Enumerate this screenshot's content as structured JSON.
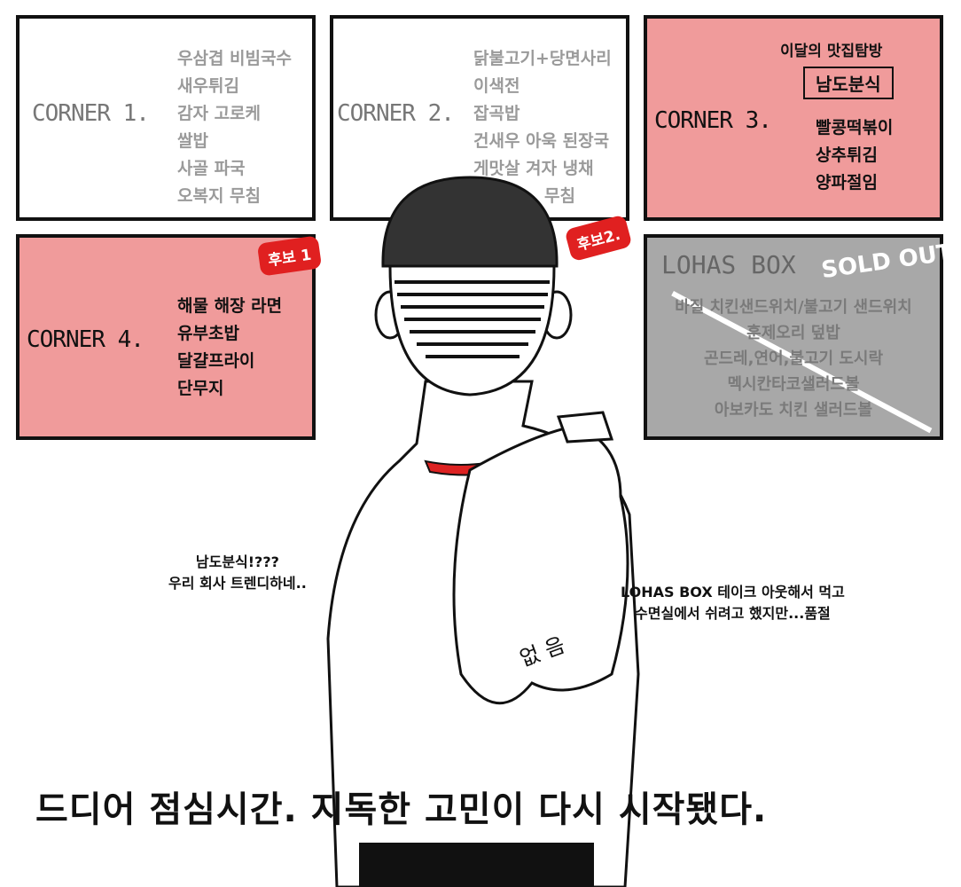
{
  "corners": [
    {
      "label": "CORNER 1.",
      "items": [
        "우삼겹 비빔국수",
        "새우튀김",
        "감자 고로케",
        "쌀밥",
        "사골 파국",
        "오복지 무침"
      ]
    },
    {
      "label": "CORNER 2.",
      "items": [
        "닭불고기+당면사리",
        "이색전",
        "잡곡밥",
        "건새우 아욱 된장국",
        "게맛살 겨자 냉채",
        "무침"
      ]
    },
    {
      "label": "CORNER 3.",
      "banner_top": "이달의 맛집탐방",
      "banner": "남도분식",
      "items": [
        "빨콩떡볶이",
        "상추튀김",
        "양파절임"
      ]
    },
    {
      "label": "CORNER 4.",
      "items": [
        "해물 해장 라면",
        "유부초밥",
        "달걀프라이",
        "단무지"
      ]
    }
  ],
  "lohas": {
    "title": "LOHAS BOX",
    "items": [
      "바질 치킨샌드위치/불고기 샌드위치",
      "훈제오리 덮밥",
      "곤드레,연어,불고기 도시락",
      "멕시칸타코샐러드볼",
      "아보카도 치킨 샐러드볼"
    ],
    "stamp": "SOLD OUT"
  },
  "tags": {
    "candidate1": "후보 1",
    "candidate2": "후보2."
  },
  "speech": {
    "left": [
      "남도분식!???",
      "우리 회사 트렌디하네.."
    ],
    "right": [
      "LOHAS BOX 테이크 아웃해서 먹고",
      "수면실에서 쉬려고 했지만...품절"
    ]
  },
  "bag_text": "없 음",
  "caption": "드디어 점심시간. 지독한 고민이 다시 시작됐다.",
  "colors": {
    "pink": "#f09b9b",
    "grey": "#a8a8a8",
    "red": "#e02020"
  }
}
